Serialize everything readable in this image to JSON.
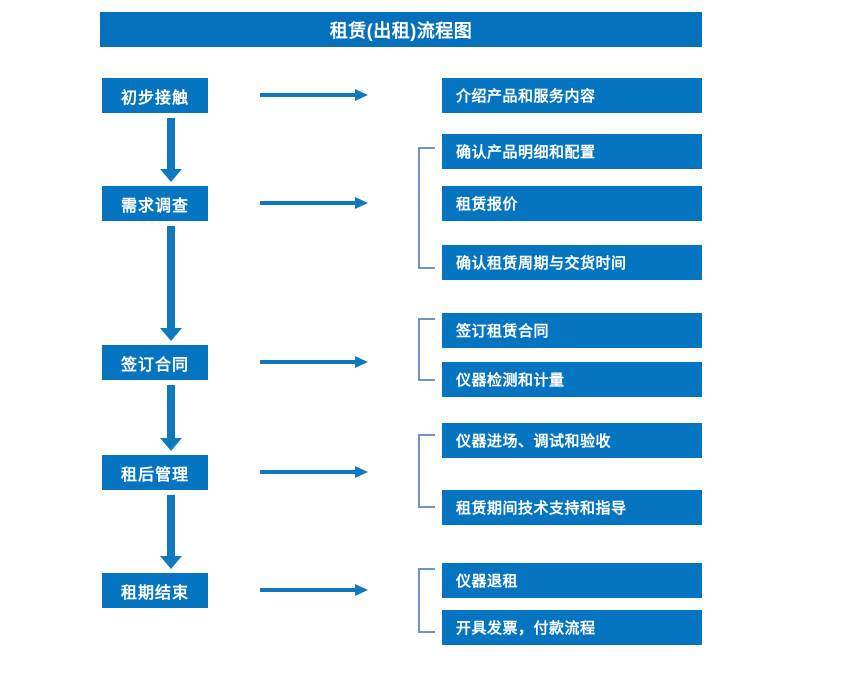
{
  "diagram": {
    "title": "租赁(出租)流程图",
    "colors": {
      "box_fill": "#0575c1",
      "title_fill": "#0571bd",
      "arrow": "#0f78bf",
      "bracket": "#6e93c4",
      "text": "#ffffff",
      "background": "#ffffff"
    },
    "stages": [
      {
        "label": "初步接触"
      },
      {
        "label": "需求调查"
      },
      {
        "label": "签订合同"
      },
      {
        "label": "租后管理"
      },
      {
        "label": "租期结束"
      }
    ],
    "details": [
      {
        "label": "介绍产品和服务内容"
      },
      {
        "label": "确认产品明细和配置"
      },
      {
        "label": "租赁报价"
      },
      {
        "label": "确认租赁周期与交货时间"
      },
      {
        "label": "签订租赁合同"
      },
      {
        "label": "仪器检测和计量"
      },
      {
        "label": "仪器进场、调试和验收"
      },
      {
        "label": "租赁期间技术支持和指导"
      },
      {
        "label": "仪器退租"
      },
      {
        "label": "开具发票，付款流程"
      }
    ],
    "groups": [
      {
        "stage": "需求调查",
        "details": [
          "确认产品明细和配置",
          "租赁报价",
          "确认租赁周期与交货时间"
        ]
      },
      {
        "stage": "签订合同",
        "details": [
          "签订租赁合同",
          "仪器检测和计量"
        ]
      },
      {
        "stage": "租后管理",
        "details": [
          "仪器进场、调试和验收",
          "租赁期间技术支持和指导"
        ]
      },
      {
        "stage": "租期结束",
        "details": [
          "仪器退租",
          "开具发票，付款流程"
        ]
      }
    ],
    "flow_arrows": [
      {
        "from": "初步接触",
        "to": "需求调查"
      },
      {
        "from": "需求调查",
        "to": "签订合同"
      },
      {
        "from": "签订合同",
        "to": "租后管理"
      },
      {
        "from": "租后管理",
        "to": "租期结束"
      }
    ]
  }
}
